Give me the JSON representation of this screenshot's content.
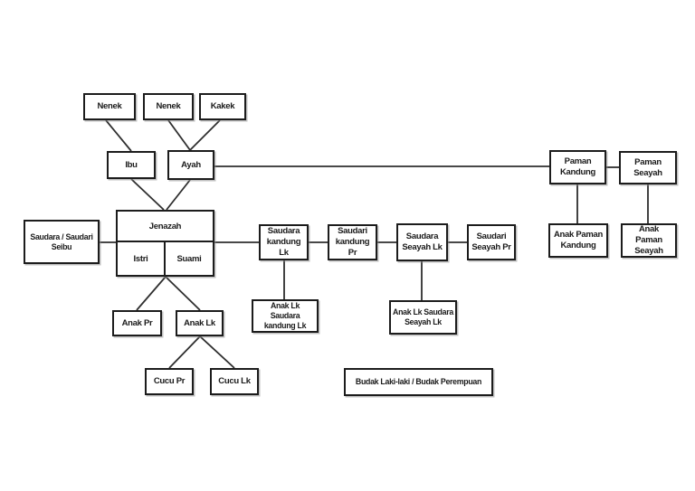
{
  "page": {
    "background": "#ffffff",
    "description_colors": {
      "box_border": "#1c1c1c",
      "line": "#2e2e2e",
      "text": "#1a1a1a",
      "shadow": "#8c8c8c"
    }
  },
  "diagram": {
    "nodes": [
      {
        "id": "nenek-ibu",
        "label": "Nenek"
      },
      {
        "id": "nenek-ayah",
        "label": "Nenek"
      },
      {
        "id": "kakek",
        "label": "Kakek"
      },
      {
        "id": "ibu",
        "label": "Ibu"
      },
      {
        "id": "ayah",
        "label": "Ayah"
      },
      {
        "id": "jenazah",
        "label": "Jenazah"
      },
      {
        "id": "istri",
        "label": "Istri"
      },
      {
        "id": "suami",
        "label": "Suami"
      },
      {
        "id": "saudara-saudari-seibu",
        "label": "Saudara / Saudari Seibu"
      },
      {
        "id": "saudara-kandung-lk",
        "label": "Saudara kandung Lk"
      },
      {
        "id": "saudari-kandung-pr",
        "label": "Saudari kandung Pr"
      },
      {
        "id": "saudara-seayah-lk",
        "label": "Saudara Seayah Lk"
      },
      {
        "id": "saudari-seayah-pr",
        "label": "Saudari Seayah Pr"
      },
      {
        "id": "paman-kandung",
        "label": "Paman Kandung"
      },
      {
        "id": "paman-seayah",
        "label": "Paman Seayah"
      },
      {
        "id": "anak-paman-kandung",
        "label": "Anak Paman Kandung"
      },
      {
        "id": "anak-paman-seayah",
        "label": "Anak Paman Seayah"
      },
      {
        "id": "anak-pr",
        "label": "Anak Pr"
      },
      {
        "id": "anak-lk",
        "label": "Anak Lk"
      },
      {
        "id": "anak-lk-saudara-kandung-lk",
        "label": "Anak Lk Saudara kandung Lk"
      },
      {
        "id": "anak-lk-saudara-seayah-lk",
        "label": "Anak Lk Saudara Seayah Lk"
      },
      {
        "id": "cucu-pr",
        "label": "Cucu Pr"
      },
      {
        "id": "cucu-lk",
        "label": "Cucu Lk"
      },
      {
        "id": "budak",
        "label": "Budak Laki-laki / Budak Perempuan"
      }
    ]
  }
}
